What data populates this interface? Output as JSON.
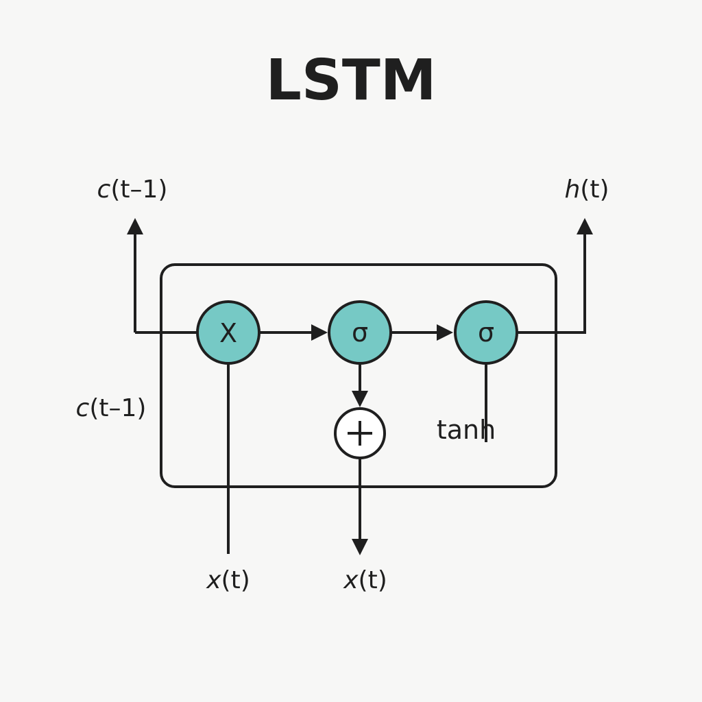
{
  "title": "LSTM",
  "labels": {
    "top_left_var": "c",
    "top_left_arg": "(t–1)",
    "top_right_var": "h",
    "top_right_arg": "(t)",
    "mid_left_var": "c",
    "mid_left_arg": "(t–1)",
    "bottom_left_var": "x",
    "bottom_left_arg": "(t)",
    "bottom_center_var": "x",
    "bottom_center_arg": "(t)",
    "tanh": "tanh"
  },
  "nodes": {
    "multiply": "X",
    "sigma_1": "σ",
    "sigma_2": "σ",
    "add": "+"
  },
  "colors": {
    "node_fill": "#76c9c5",
    "add_fill": "#ffffff",
    "stroke": "#1f1f1f",
    "background": "#f7f7f6"
  }
}
